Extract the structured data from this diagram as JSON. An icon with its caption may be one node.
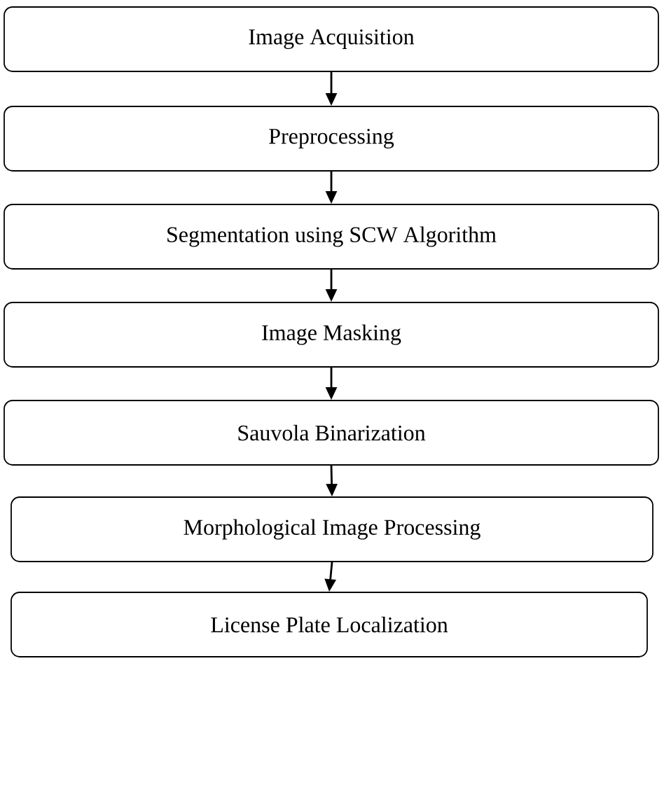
{
  "diagram": {
    "nodes": [
      {
        "text": [
          "Image Acquisition"
        ]
      },
      {
        "text": [
          "Preprocessing"
        ]
      },
      {
        "text": [
          "Segmentation using SCW Algorithm"
        ]
      },
      {
        "text": [
          "Image Masking"
        ]
      },
      {
        "text": [
          "Sauvola Binarization"
        ]
      },
      {
        "text": [
          "Morphological Image Processing"
        ]
      },
      {
        "text": [
          "License Plate Localization"
        ]
      }
    ],
    "edges": [
      {
        "from": 0,
        "to": 1,
        "arrow": "to"
      },
      {
        "from": 1,
        "to": 2,
        "arrow": "to"
      },
      {
        "from": 2,
        "to": 3,
        "arrow": "to"
      },
      {
        "from": 3,
        "to": 4,
        "arrow": "to"
      },
      {
        "from": 4,
        "to": 5,
        "arrow": "to"
      },
      {
        "from": 5,
        "to": 6,
        "arrow": "to"
      }
    ]
  }
}
